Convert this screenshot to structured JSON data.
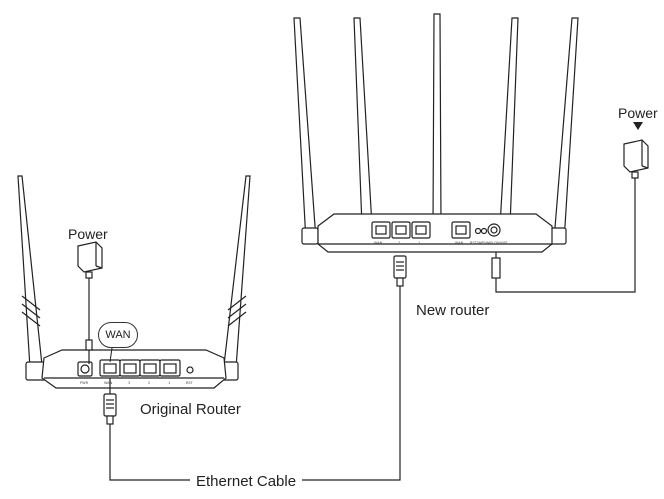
{
  "labels": {
    "power_original": "Power",
    "power_new": "Power",
    "wan_callout": "WAN",
    "new_router": "New router",
    "original_router": "Original Router",
    "ethernet_cable": "Ethernet Cable"
  },
  "original_router_ports": [
    "PWR",
    "WAN",
    "3",
    "2",
    "1",
    "RST"
  ],
  "new_router_ports": [
    "WAN",
    "2",
    "1",
    "WAN",
    "RST/WPS",
    "WiFi ON/OFF"
  ],
  "colors": {
    "line": "#222222",
    "device_fill": "#ffffff"
  }
}
